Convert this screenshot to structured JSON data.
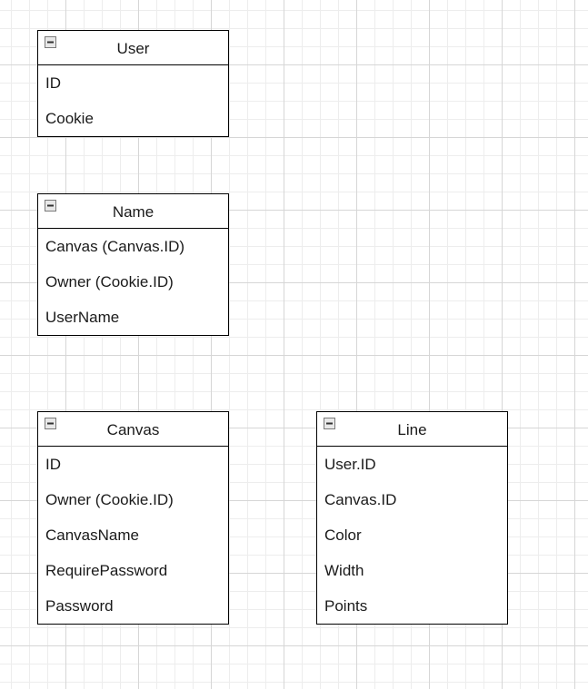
{
  "entities": [
    {
      "title": "User",
      "attributes": [
        "ID",
        "Cookie"
      ]
    },
    {
      "title": "Name",
      "attributes": [
        "Canvas (Canvas.ID)",
        "Owner (Cookie.ID)",
        "UserName"
      ]
    },
    {
      "title": "Canvas",
      "attributes": [
        "ID",
        "Owner (Cookie.ID)",
        "CanvasName",
        "RequirePassword",
        "Password"
      ]
    },
    {
      "title": "Line",
      "attributes": [
        "User.ID",
        "Canvas.ID",
        "Color",
        "Width",
        "Points"
      ]
    }
  ],
  "icons": {
    "collapse": "minus-box-icon"
  }
}
